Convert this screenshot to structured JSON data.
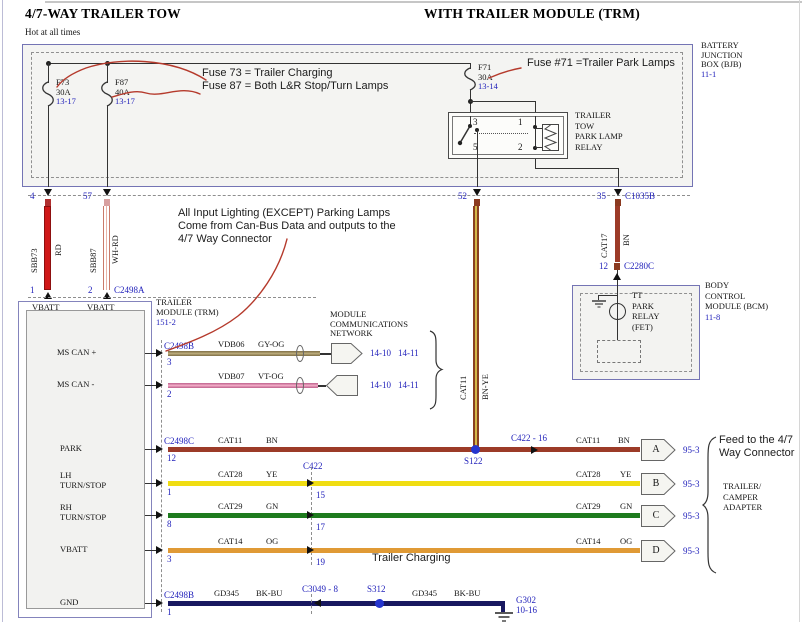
{
  "header": {
    "title_left": "4/7-WAY TRAILER TOW",
    "title_right": "WITH TRAILER MODULE (TRM)",
    "hot": "Hot at all times"
  },
  "notes": {
    "fuse73": "Fuse 73 = Trailer Charging",
    "fuse87": "Fuse 87 = Both L&R Stop/Turn Lamps",
    "fuse71": "Fuse #71 =Trailer Park Lamps",
    "canbus": [
      "All Input Lighting (EXCEPT) Parking Lamps",
      "Come from Can-Bus Data and outputs to the",
      "4/7 Way Connector"
    ],
    "trailer_charging": "Trailer Charging",
    "feed": [
      "Feed to the 4/7",
      "Way Connector"
    ]
  },
  "bjb": {
    "label": [
      "BATTERY",
      "JUNCTION",
      "BOX (BJB)"
    ],
    "page_ref": "11-1",
    "fuses": [
      {
        "id": "F73",
        "amps": "30A",
        "page": "13-17"
      },
      {
        "id": "F87",
        "amps": "40A",
        "page": "13-17"
      },
      {
        "id": "F71",
        "amps": "30A",
        "page": "13-14"
      }
    ],
    "pins": {
      "p4": "4",
      "p57": "57",
      "p52": "52",
      "p35": "35"
    },
    "conn_c1035b": "C1035B"
  },
  "relay": {
    "label": [
      "TRAILER",
      "TOW",
      "PARK LAMP",
      "RELAY"
    ],
    "pin3": "3",
    "pin1": "1",
    "pin5": "5",
    "pin2": "2"
  },
  "vwires": {
    "sbb73": {
      "circuit": "SBB73",
      "color": "RD",
      "pin": "1"
    },
    "sbb87": {
      "circuit": "SBB87",
      "color": "WH-RD",
      "pin": "2"
    },
    "cat11": {
      "circuit": "CAT11",
      "color": "BN-YE"
    },
    "cat17": {
      "circuit": "CAT17",
      "color": "BN",
      "pin": "12",
      "conn": "C2280C"
    }
  },
  "trm": {
    "label": [
      "TRAILER",
      "MODULE (TRM)"
    ],
    "page_ref": "151-2",
    "conn_top": "C2498A",
    "vbatt_left": "VBATT",
    "vbatt_right": "VBATT",
    "ms_can_plus": "MS CAN +",
    "ms_can_minus": "MS CAN -",
    "park": "PARK",
    "lh": [
      "LH",
      "TURN/STOP"
    ],
    "rh": [
      "RH",
      "TURN/STOP"
    ],
    "vbatt": "VBATT",
    "gnd": "GND"
  },
  "comms": {
    "label": [
      "MODULE",
      "COMMUNICATIONS",
      "NETWORK"
    ],
    "plus": {
      "conn": "C2498B",
      "pin": "3",
      "circuit": "VDB06",
      "color": "GY-OG",
      "ref1": "14-10",
      "ref2": "14-11"
    },
    "minus": {
      "pin": "2",
      "circuit": "VDB07",
      "color": "VT-OG",
      "ref1": "14-10",
      "ref2": "14-11"
    }
  },
  "rows": {
    "park": {
      "conn": "C2498C",
      "pin": "12",
      "circuit": "CAT11",
      "color": "BN",
      "mid_conn": "C422 - 16",
      "splice": "S122",
      "terminal": "A",
      "ref": "95-3"
    },
    "lh": {
      "pin": "1",
      "circuit": "CAT28",
      "color": "YE",
      "mid_conn": "C422",
      "mid_pin": "15",
      "terminal": "B",
      "ref": "95-3"
    },
    "rh": {
      "pin": "8",
      "circuit": "CAT29",
      "color": "GN",
      "mid_pin": "17",
      "terminal": "C",
      "ref": "95-3"
    },
    "vbatt": {
      "pin": "3",
      "circuit": "CAT14",
      "color": "OG",
      "mid_pin": "19",
      "terminal": "D",
      "ref": "95-3"
    },
    "gnd": {
      "conn": "C2498B",
      "pin": "1",
      "circuit": "GD345",
      "color": "BK-BU",
      "mid_conn": "C3049 - 8",
      "splice": "S312",
      "ground_id": "G302",
      "ground_ref": "10-16"
    }
  },
  "bcm": {
    "label": [
      "BODY",
      "CONTROL",
      "MODULE (BCM)"
    ],
    "page_ref": "11-8",
    "fet_label": [
      "TT",
      "PARK",
      "RELAY",
      "(FET)"
    ]
  },
  "adapter": {
    "label": [
      "TRAILER/",
      "CAMPER",
      "ADAPTER"
    ]
  }
}
